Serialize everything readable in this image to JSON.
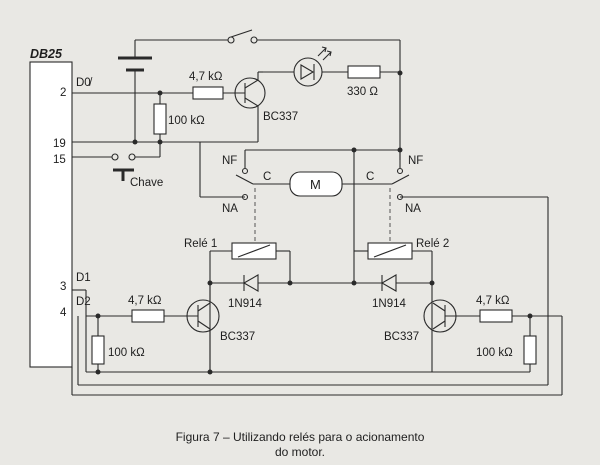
{
  "connector": {
    "title": "DB25",
    "pins": [
      "2",
      "19",
      "15",
      "3",
      "4"
    ],
    "signals": [
      "D0̸",
      "D1",
      "D2"
    ]
  },
  "components": {
    "r_base_top": "4,7 kΩ",
    "r_pull_top": "100 kΩ",
    "t_top": "BC337",
    "r_led": "330 Ω",
    "switch": "Chave",
    "motor": "M",
    "relay1": "Relé 1",
    "relay2": "Relé 2",
    "diode1": "1N914",
    "diode2": "1N914",
    "r_base_left": "4,7 kΩ",
    "r_pull_left": "100 kΩ",
    "t_left": "BC337",
    "r_base_right": "4,7 kΩ",
    "r_pull_right": "100 kΩ",
    "t_right": "BC337"
  },
  "contacts": {
    "nf_left": "NF",
    "na_left": "NA",
    "c_left": "C",
    "nf_right": "NF",
    "na_right": "NA",
    "c_right": "C"
  },
  "caption": {
    "line1": "Figura 7 – Utilizando relés para o acionamento",
    "line2": "do motor."
  }
}
